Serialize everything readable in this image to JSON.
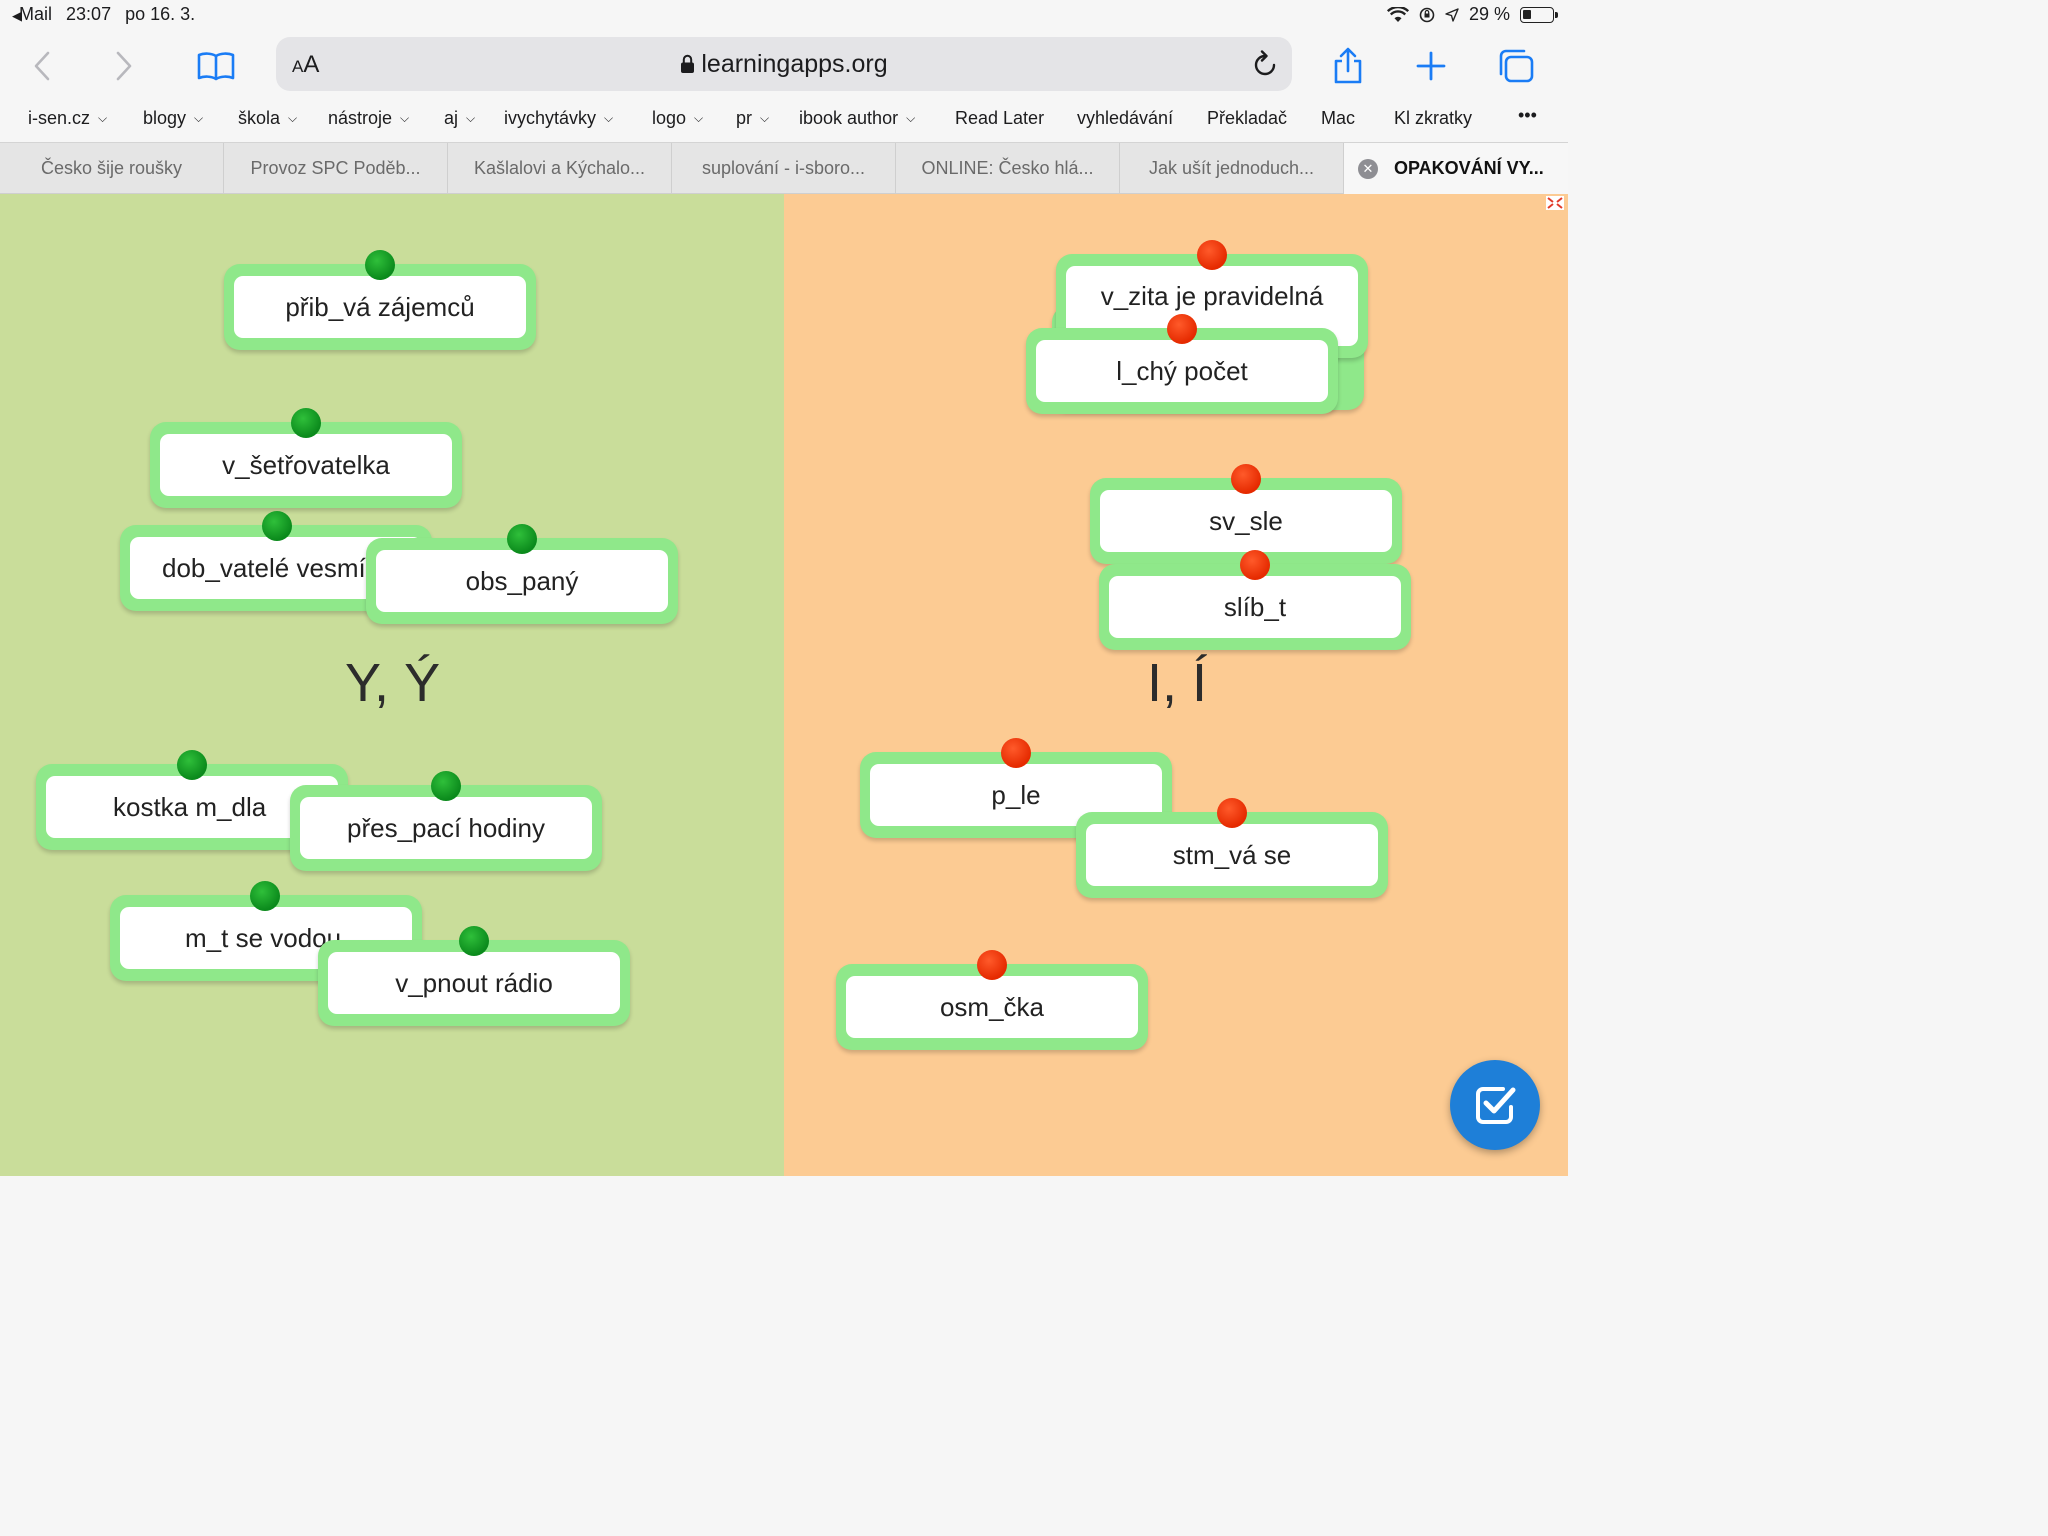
{
  "statusbar": {
    "back_app": "Mail",
    "time": "23:07",
    "date": "po 16. 3.",
    "battery": "29 %",
    "battery_level": 0.29
  },
  "toolbar": {
    "text_size_label": "AA",
    "url": "learningapps.org"
  },
  "bookmarks": [
    {
      "label": "i-sen.cz",
      "folder": true
    },
    {
      "label": "blogy",
      "folder": true
    },
    {
      "label": "škola",
      "folder": true
    },
    {
      "label": "nástroje",
      "folder": true
    },
    {
      "label": "aj",
      "folder": true
    },
    {
      "label": "ivychytávky",
      "folder": true
    },
    {
      "label": "logo",
      "folder": true
    },
    {
      "label": "pr",
      "folder": true
    },
    {
      "label": "ibook author",
      "folder": true
    },
    {
      "label": "Read Later",
      "folder": false
    },
    {
      "label": "vyhledávání",
      "folder": false
    },
    {
      "label": "Překladač",
      "folder": false
    },
    {
      "label": "Mac",
      "folder": false
    },
    {
      "label": "Kl zkratky",
      "folder": false
    },
    {
      "label": "•••",
      "folder": false
    }
  ],
  "tabs": [
    {
      "label": "Česko šije roušky"
    },
    {
      "label": "Provoz SPC Poděb..."
    },
    {
      "label": "Kašlalovi a Kýchalo..."
    },
    {
      "label": "suplování - i-sboro..."
    },
    {
      "label": "ONLINE: Česko hlá..."
    },
    {
      "label": "Jak ušít jednoduch..."
    },
    {
      "label": "OPAKOVÁNÍ VY...",
      "active": true
    }
  ],
  "categories": {
    "left": "Y, Ý",
    "right": "I, Í"
  },
  "cards": [
    {
      "text": "přib_vá zájemců",
      "pin": "green"
    },
    {
      "text": "v_šetřovatelka",
      "pin": "green"
    },
    {
      "text": "dob_vatelé vesmí",
      "pin": "green"
    },
    {
      "text": "obs_paný",
      "pin": "green"
    },
    {
      "text": "kostka m_dla",
      "pin": "green"
    },
    {
      "text": "přes_pací hodiny",
      "pin": "green"
    },
    {
      "text": "m_t se vodou",
      "pin": "green"
    },
    {
      "text": "v_pnout rádio",
      "pin": "green"
    },
    {
      "text": "",
      "pin": "none"
    },
    {
      "text": "v_zita je pravidelná",
      "pin": "red"
    },
    {
      "text": "l_chý počet",
      "pin": "red"
    },
    {
      "text": "sv_sle",
      "pin": "red"
    },
    {
      "text": "slíb_t",
      "pin": "red"
    },
    {
      "text": "p_le",
      "pin": "red"
    },
    {
      "text": "stm_vá se",
      "pin": "red"
    },
    {
      "text": "osm_čka",
      "pin": "red"
    }
  ],
  "colors": {
    "left_panel": "#c9dd9a",
    "right_panel": "#fccb93",
    "card_border": "#8fe88a",
    "pin_green": "#0b8a1c",
    "pin_red": "#e52a00",
    "accent": "#1e7fd8"
  },
  "icons": {
    "check_button": "check-square-icon"
  }
}
